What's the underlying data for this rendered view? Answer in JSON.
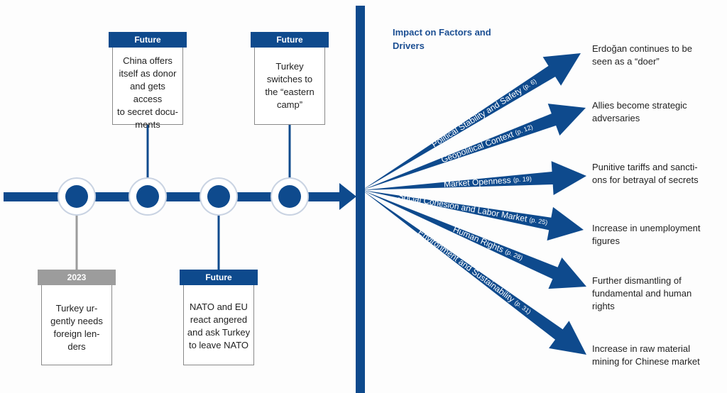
{
  "impact_title": "Impact on Factors and\nDrivers",
  "events": [
    {
      "id": "lenders",
      "tag": "2023",
      "tag_style": "grey",
      "text": "Turkey ur-\ngently needs\nforeign len-\nders",
      "position": "below"
    },
    {
      "id": "china",
      "tag": "Future",
      "tag_style": "blue",
      "text": "China offers\nitself as donor\nand gets access\nto secret docu-\nments",
      "position": "above"
    },
    {
      "id": "nato",
      "tag": "Future",
      "tag_style": "blue",
      "text": "NATO and EU\nreact angered\nand ask Turkey\nto leave NATO",
      "position": "below"
    },
    {
      "id": "east",
      "tag": "Future",
      "tag_style": "blue",
      "text": "Turkey\nswitches to\nthe “eastern\ncamp”",
      "position": "above"
    }
  ],
  "factors": [
    {
      "label": "Political Stability and Safety",
      "page": "(p. 6)",
      "outcome": "Erdoğan continues to be\nseen as a “doer”"
    },
    {
      "label": "Geopolitical Context",
      "page": "(p. 12)",
      "outcome": "Allies become strategic\nadversaries"
    },
    {
      "label": "Market Openness",
      "page": "(p. 19)",
      "outcome": "Punitive tariffs and sancti-\nons for betrayal of secrets"
    },
    {
      "label": "Social Cohesion and Labor Market",
      "page": "(p. 25)",
      "outcome": "Increase in unemployment\nfigures"
    },
    {
      "label": "Human Rights",
      "page": "(p. 28)",
      "outcome": "Further dismantling of\nfundamental and human\nrights"
    },
    {
      "label": "Environment and Sustainability",
      "page": "(p. 31)",
      "outcome": "Increase in raw material\nmining for Chinese market"
    }
  ],
  "colors": {
    "primary": "#0e4a8d",
    "grey": "#9c9c9c",
    "ring": "#c9d3e2"
  }
}
